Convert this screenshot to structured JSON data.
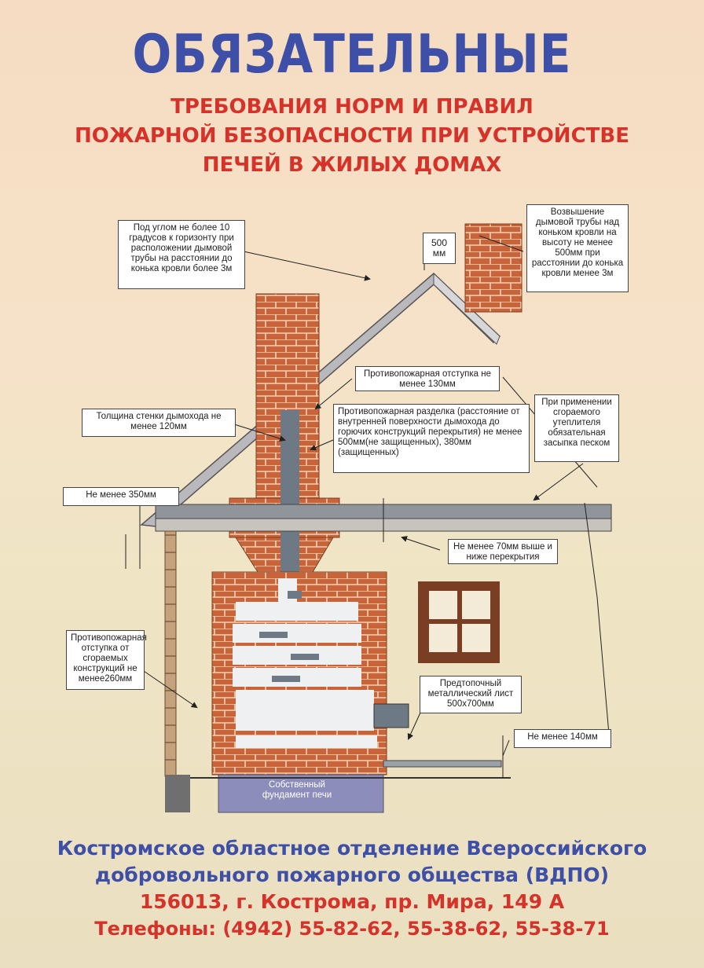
{
  "header": {
    "title": "ОБЯЗАТЕЛЬНЫЕ",
    "subtitle_lines": [
      "ТРЕБОВАНИЯ НОРМ И ПРАВИЛ",
      "ПОЖАРНОЙ БЕЗОПАСНОСТИ ПРИ УСТРОЙСТВЕ",
      "ПЕЧЕЙ В ЖИЛЫХ ДОМАХ"
    ]
  },
  "labels": {
    "angle_note": "Под углом не более 10 градусов к горизонту при расположении дымовой трубы на расстоянии до конька кровли более 3м",
    "height_500": "500 мм",
    "elevation_note": "Возвышение дымовой трубы над коньком кровли на высоту не менее 500мм при расстоянии до конька кровли менее 3м",
    "setback_130": "Противопожарная отступка не менее 130мм",
    "wall_thickness": "Толщина стенки дымохода не менее 120мм",
    "fire_cutting": "Противопожарная разделка (расстояние от внутренней поверхности дымохода до горючих конструкций перекрытия) не менее 500мм(не защищенных), 380мм (защищенных)",
    "insulation_note": "При применении сгораемого утеплителя обязательная засыпка песком",
    "min_350": "Не менее 350мм",
    "min_70": "Не менее 70мм выше и ниже перекрытия",
    "setback_260": "Противопожарная отступка от сгораемых конструкций не менее260мм",
    "metal_sheet": "Предтопочный металлический лист 500х700мм",
    "min_140": "Не менее 140мм",
    "foundation": "Собственный фундамент печи"
  },
  "footer": {
    "org_line1": "Костромское областное отделение Всероссийского",
    "org_line2": "добровольного пожарного общества (ВДПО)",
    "address": "156013, г. Кострома, пр. Мира, 149 А",
    "phones": "Телефоны: (4942) 55-82-62, 55-38-62,  55-38-71"
  },
  "colors": {
    "title_blue": "#3d4fa6",
    "accent_red": "#d6322a",
    "brick": "#c8643a",
    "mortar": "#e8c7a8",
    "flue_gray": "#6d7a86"
  }
}
